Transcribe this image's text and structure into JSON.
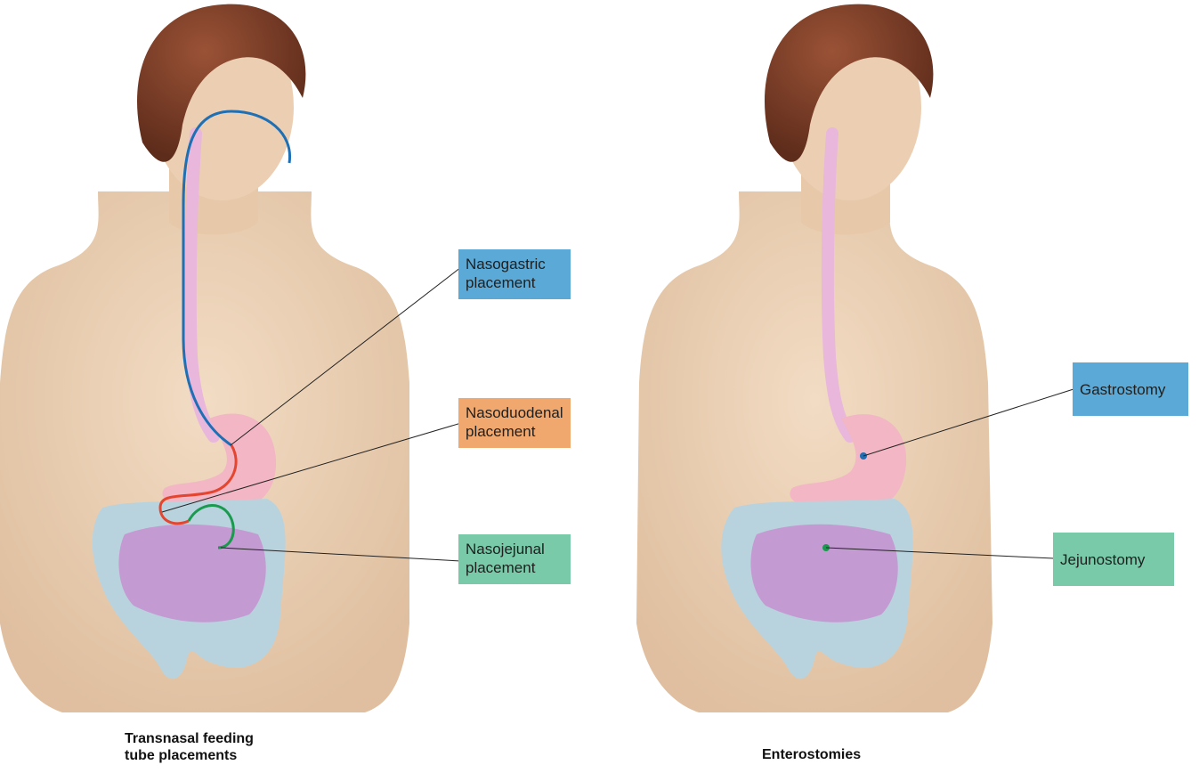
{
  "left_panel": {
    "caption": "Transnasal feeding\ntube placements",
    "labels": {
      "nasogastric": "Nasogastric\nplacement",
      "nasoduodenal": "Nasoduodenal\nplacement",
      "nasojejunal": "Nasojejunal\nplacement"
    }
  },
  "right_panel": {
    "caption": "Enterostomies",
    "labels": {
      "gastrostomy": "Gastrostomy",
      "jejunostomy": "Jejunostomy"
    }
  },
  "colors": {
    "nasogastric": "#1f6fb4",
    "nasoduodenal": "#e5452e",
    "nasojejunal": "#1a9a4e",
    "box_blue": "#5aa9d6",
    "box_orange": "#f0a86e",
    "box_green": "#78caa9",
    "skin": "#ecd3b8",
    "hair": "#7b3d26",
    "esophagus": "#e8b7db",
    "stomach": "#f2b6c4",
    "intestine": "#c49ad2",
    "colon": "#b9d3de"
  }
}
